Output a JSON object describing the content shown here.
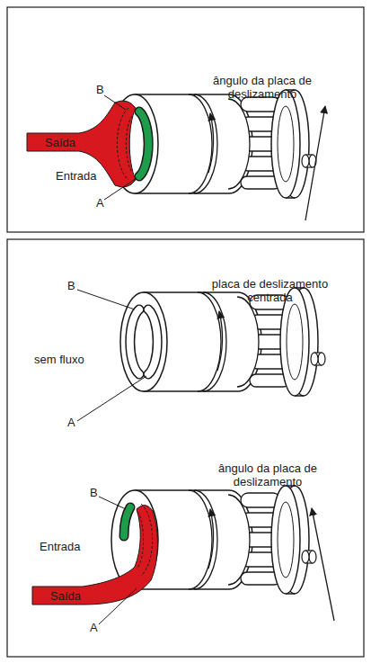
{
  "diagram": {
    "labels": [
      "ângulo da placa de deslizamento",
      "B",
      "Saída",
      "Entrada",
      "A",
      "placa de deslizamento centrada",
      "B",
      "sem fluxo",
      "A",
      "ângulo da placa de deslizamento",
      "B",
      "Entrada",
      "Saída",
      "A"
    ]
  }
}
